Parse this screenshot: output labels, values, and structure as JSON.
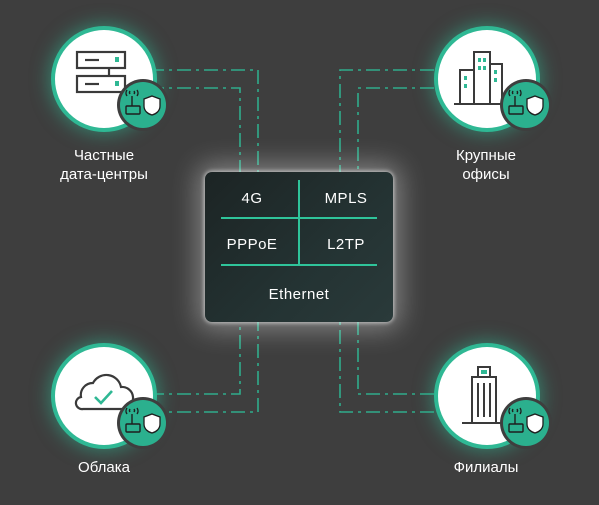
{
  "nodes": {
    "datacenters": {
      "label_line1": "Частные",
      "label_line2": "дата-центры",
      "icon": "server-rack-icon"
    },
    "offices": {
      "label_line1": "Крупные",
      "label_line2": "офисы",
      "icon": "office-buildings-icon"
    },
    "cloud": {
      "label": "Облака",
      "icon": "cloud-check-icon"
    },
    "branches": {
      "label": "Филиалы",
      "icon": "branch-building-icon"
    }
  },
  "badge_icon": "router-shield-icon",
  "panel": {
    "cells": [
      "4G",
      "MPLS",
      "PPPoE",
      "L2TP"
    ],
    "bottom": "Ethernet"
  },
  "colors": {
    "background": "#3e3e3e",
    "accent": "#2fb894",
    "panel": "#1f2a2a",
    "text": "#ffffff"
  }
}
